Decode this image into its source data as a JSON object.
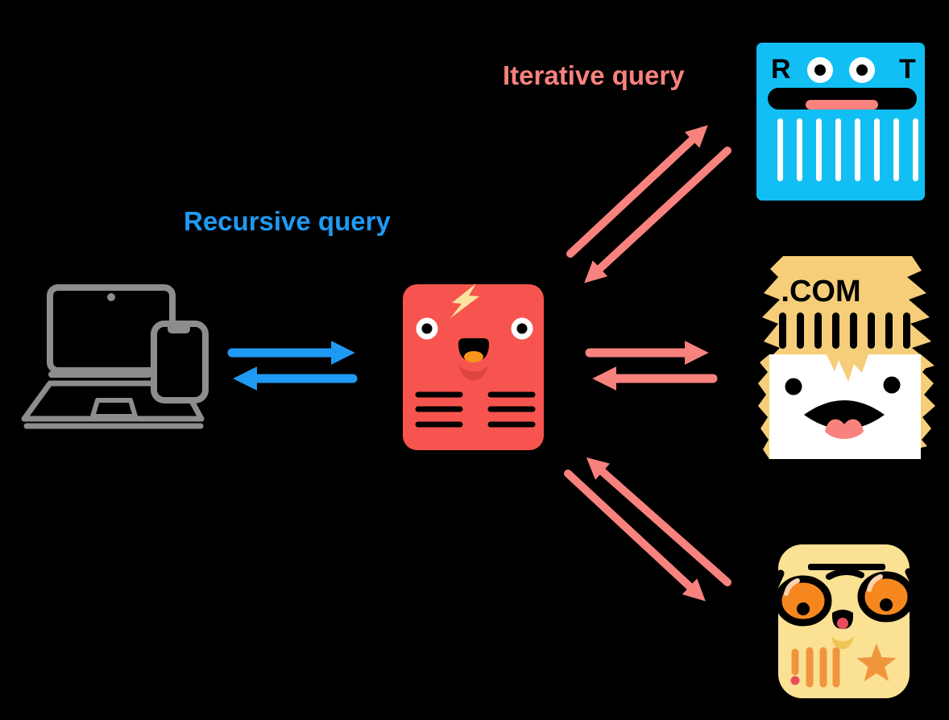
{
  "diagram": {
    "labels": {
      "recursive_query": "Recursive query",
      "iterative_query": "Iterative query"
    },
    "nodes": {
      "client": {
        "icon": "laptop-and-smartphone-icon"
      },
      "resolver": {
        "icon": "dns-resolver-server-character",
        "accent_icon": "lightning-bolt-icon"
      },
      "root_server": {
        "letter_left": "R",
        "letter_right": "T"
      },
      "tld_server": {
        "label": ".COM"
      },
      "authoritative_server": {
        "icon": "server-with-sunglasses-character",
        "accent_icons": [
          "exclamation-marks-icon",
          "star-icon"
        ]
      }
    }
  },
  "colors": {
    "background": "#000000",
    "blue": "#1F9AF4",
    "pink": "#F8827E",
    "resolver_red": "#F8544F",
    "resolver_dark_red": "#E0443F",
    "root_cyan": "#12BFF4",
    "tld_hair_yellow": "#F6CE79",
    "auth_body_yellow": "#FBE193",
    "glasses_orange": "#F6871F",
    "glasses_highlight": "#FFD3AD",
    "orange_accent": "#F0953E",
    "lightning_yellow": "#FBE49C",
    "tongue_orange": "#F7941E",
    "tongue_red": "#E84B5B",
    "chin_yellow": "#EFC558",
    "client_gray": "#8D8D8D"
  }
}
